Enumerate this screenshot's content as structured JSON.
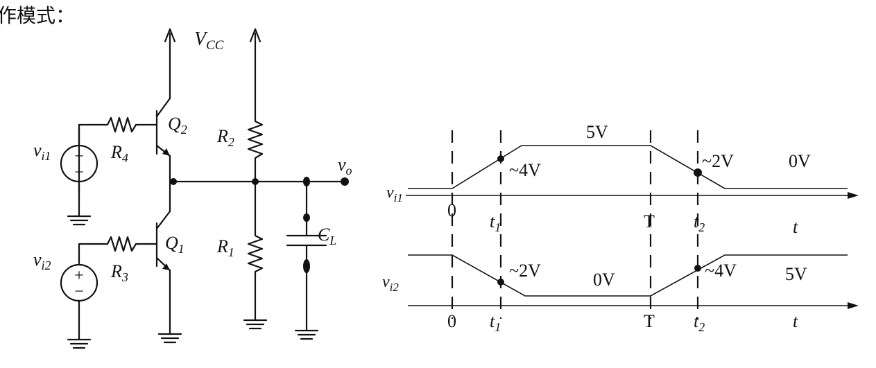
{
  "header": {
    "title": "作模式："
  },
  "circuit": {
    "vcc": {
      "main": "V",
      "sub": "CC"
    },
    "q2": {
      "main": "Q",
      "sub": "2"
    },
    "q1": {
      "main": "Q",
      "sub": "1"
    },
    "r4": {
      "main": "R",
      "sub": "4"
    },
    "r3": {
      "main": "R",
      "sub": "3"
    },
    "r2": {
      "main": "R",
      "sub": "2"
    },
    "r1": {
      "main": "R",
      "sub": "1"
    },
    "cl": {
      "main": "C",
      "sub": "L"
    },
    "vi1": {
      "main": "v",
      "sub": "i1"
    },
    "vi2": {
      "main": "v",
      "sub": "i2"
    },
    "vo": {
      "main": "v",
      "sub": "o"
    },
    "src_plus": "+",
    "src_minus": "−"
  },
  "waveforms": {
    "top": {
      "signal": {
        "main": "v",
        "sub": "i1"
      },
      "levels": [
        "5V",
        "~4V",
        "~2V",
        "0V"
      ],
      "ticks": [
        "0",
        "T"
      ],
      "t1": {
        "main": "t",
        "sub": "1"
      },
      "t2": {
        "main": "t",
        "sub": "2"
      },
      "axis": "t"
    },
    "bottom": {
      "signal": {
        "main": "v",
        "sub": "i2"
      },
      "levels": [
        "~2V",
        "0V",
        "~4V",
        "5V"
      ],
      "ticks": [
        "0",
        "T"
      ],
      "t1": {
        "main": "t",
        "sub": "1"
      },
      "t2": {
        "main": "t",
        "sub": "2"
      },
      "axis": "t"
    }
  }
}
